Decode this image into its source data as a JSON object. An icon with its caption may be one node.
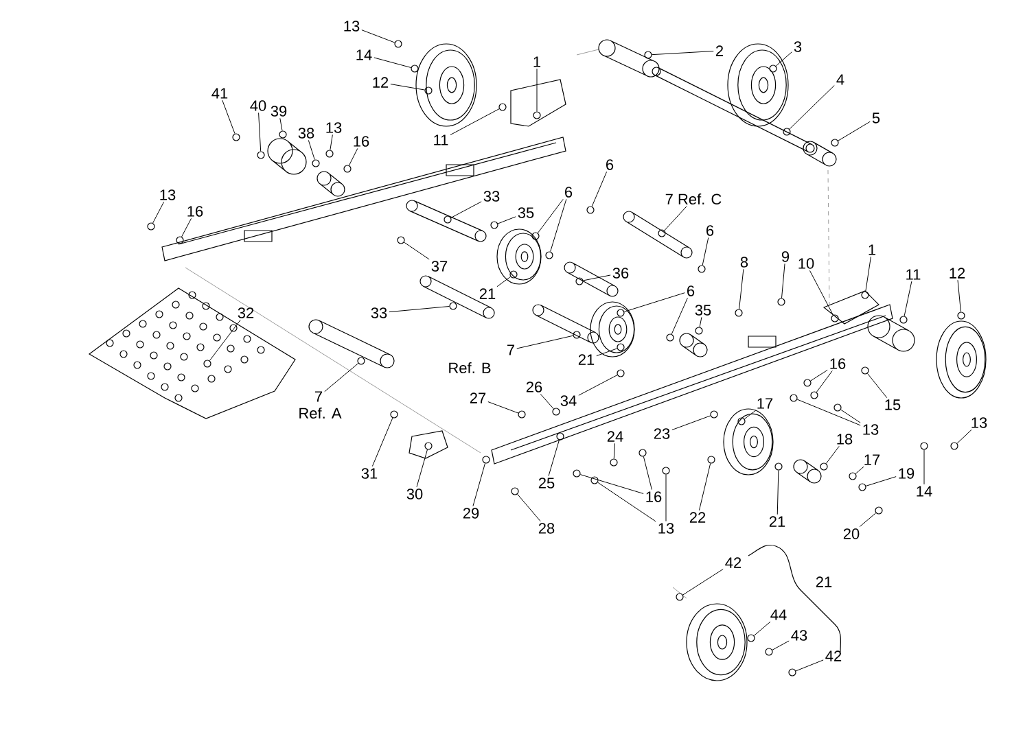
{
  "diagram": {
    "nodes": [
      {
        "text": [
          "1"
        ]
      },
      {
        "text": [
          "2"
        ]
      },
      {
        "text": [
          "3"
        ]
      },
      {
        "text": [
          "13"
        ]
      },
      {
        "text": [
          "14"
        ]
      },
      {
        "text": [
          "4"
        ]
      },
      {
        "text": [
          "12"
        ]
      },
      {
        "text": [
          "41"
        ]
      },
      {
        "text": [
          "40"
        ]
      },
      {
        "text": [
          "5"
        ]
      },
      {
        "text": [
          "39"
        ]
      },
      {
        "text": [
          "13"
        ]
      },
      {
        "text": [
          "11"
        ]
      },
      {
        "text": [
          "16"
        ]
      },
      {
        "text": [
          "38"
        ]
      },
      {
        "text": [
          "6"
        ]
      },
      {
        "text": [
          "13"
        ]
      },
      {
        "text": [
          "6"
        ]
      },
      {
        "text": [
          "33"
        ]
      },
      {
        "text": [
          "7 Ref. C"
        ]
      },
      {
        "text": [
          "16"
        ]
      },
      {
        "text": [
          "35"
        ]
      },
      {
        "text": [
          "6"
        ]
      },
      {
        "text": [
          "1"
        ]
      },
      {
        "text": [
          "9"
        ]
      },
      {
        "text": [
          "8"
        ]
      },
      {
        "text": [
          "10"
        ]
      },
      {
        "text": [
          "37"
        ]
      },
      {
        "text": [
          "36"
        ]
      },
      {
        "text": [
          "12"
        ]
      },
      {
        "text": [
          "11"
        ]
      },
      {
        "text": [
          "21"
        ]
      },
      {
        "text": [
          "6"
        ]
      },
      {
        "text": [
          "35"
        ]
      },
      {
        "text": [
          "32"
        ]
      },
      {
        "text": [
          "33"
        ]
      },
      {
        "text": [
          "7"
        ],
        "beside": [
          "Ref. B"
        ]
      },
      {
        "text": [
          "21"
        ]
      },
      {
        "text": [
          "16"
        ]
      },
      {
        "text": [
          "26"
        ]
      },
      {
        "text": [
          "7"
        ],
        "beside": [
          "Ref. A"
        ]
      },
      {
        "text": [
          "27"
        ]
      },
      {
        "text": [
          "34"
        ]
      },
      {
        "text": [
          "15"
        ]
      },
      {
        "text": [
          "17"
        ]
      },
      {
        "text": [
          "13"
        ]
      },
      {
        "text": [
          "13"
        ]
      },
      {
        "text": [
          "23"
        ]
      },
      {
        "text": [
          "24"
        ]
      },
      {
        "text": [
          "18"
        ]
      },
      {
        "text": [
          "17"
        ]
      },
      {
        "text": [
          "31"
        ]
      },
      {
        "text": [
          "19"
        ]
      },
      {
        "text": [
          "25"
        ]
      },
      {
        "text": [
          "14"
        ]
      },
      {
        "text": [
          "30"
        ]
      },
      {
        "text": [
          "16"
        ]
      },
      {
        "text": [
          "29"
        ]
      },
      {
        "text": [
          "22"
        ]
      },
      {
        "text": [
          "21"
        ]
      },
      {
        "text": [
          "13"
        ]
      },
      {
        "text": [
          "28"
        ]
      },
      {
        "text": [
          "20"
        ]
      },
      {
        "text": [
          "42"
        ]
      },
      {
        "text": [
          "44"
        ]
      },
      {
        "text": [
          "43"
        ]
      },
      {
        "text": [
          "42"
        ]
      },
      {
        "text": [],
        "shape": "circle"
      },
      {
        "text": [],
        "shape": "circle"
      },
      {
        "text": [],
        "shape": "circle"
      },
      {
        "text": [],
        "shape": "circle"
      },
      {
        "text": [],
        "shape": "circle"
      },
      {
        "text": [],
        "shape": "circle"
      },
      {
        "text": [],
        "shape": "circle"
      },
      {
        "text": [],
        "shape": "circle"
      },
      {
        "text": [],
        "shape": "circle"
      },
      {
        "text": [],
        "shape": "circle"
      },
      {
        "text": [],
        "shape": "circle"
      },
      {
        "text": [],
        "shape": "circle"
      },
      {
        "text": [],
        "shape": "circle"
      },
      {
        "text": [],
        "shape": "circle"
      },
      {
        "text": [],
        "shape": "circle"
      },
      {
        "text": [],
        "shape": "circle"
      },
      {
        "text": [],
        "shape": "circle"
      },
      {
        "text": [],
        "shape": "circle"
      },
      {
        "text": [],
        "shape": "circle"
      },
      {
        "text": [],
        "shape": "circle"
      },
      {
        "text": [],
        "shape": "circle"
      },
      {
        "text": [],
        "shape": "circle"
      },
      {
        "text": [],
        "shape": "circle"
      },
      {
        "text": [],
        "shape": "circle"
      },
      {
        "text": [],
        "shape": "circle"
      },
      {
        "text": [],
        "shape": "circle"
      },
      {
        "text": [],
        "shape": "circle"
      },
      {
        "text": [],
        "shape": "circle"
      },
      {
        "text": [],
        "shape": "circle"
      },
      {
        "text": [],
        "shape": "circle"
      },
      {
        "text": [],
        "shape": "circle"
      },
      {
        "text": [],
        "shape": "circle"
      },
      {
        "text": [],
        "shape": "circle"
      },
      {
        "text": [],
        "shape": "circle"
      },
      {
        "text": [],
        "shape": "circle"
      },
      {
        "text": [],
        "shape": "circle"
      },
      {
        "text": [],
        "shape": "circle"
      },
      {
        "text": [],
        "shape": "circle"
      },
      {
        "text": [],
        "shape": "circle"
      },
      {
        "text": [],
        "shape": "circle"
      },
      {
        "text": [],
        "shape": "circle"
      },
      {
        "text": [],
        "shape": "circle"
      },
      {
        "text": [],
        "shape": "circle"
      },
      {
        "text": [],
        "shape": "circle"
      },
      {
        "text": [],
        "shape": "circle"
      },
      {
        "text": [],
        "shape": "circle"
      },
      {
        "text": [],
        "shape": "circle"
      },
      {
        "text": [],
        "shape": "circle"
      },
      {
        "text": [],
        "shape": "circle"
      },
      {
        "text": [],
        "shape": "circle"
      },
      {
        "text": [],
        "shape": "circle"
      },
      {
        "text": [],
        "shape": "circle"
      },
      {
        "text": [],
        "shape": "circle"
      },
      {
        "text": [],
        "shape": "circle"
      },
      {
        "text": [],
        "shape": "circle"
      },
      {
        "text": [],
        "shape": "circle"
      },
      {
        "text": [],
        "shape": "circle"
      },
      {
        "text": [],
        "shape": "circle"
      },
      {
        "text": [],
        "shape": "circle"
      },
      {
        "text": [],
        "shape": "circle"
      },
      {
        "text": [],
        "shape": "circle"
      },
      {
        "text": [],
        "shape": "circle"
      },
      {
        "text": [],
        "shape": "circle"
      },
      {
        "text": [],
        "shape": "circle"
      },
      {
        "text": [],
        "shape": "circle"
      },
      {
        "text": [],
        "shape": "circle"
      },
      {
        "text": [],
        "shape": "circle"
      },
      {
        "text": [],
        "shape": "circle"
      },
      {
        "text": [],
        "shape": "circle"
      },
      {
        "text": [],
        "shape": "circle"
      },
      {
        "text": [],
        "shape": "circle"
      },
      {
        "text": [],
        "shape": "circle"
      },
      {
        "text": [],
        "shape": "circle"
      }
    ],
    "edges": [
      {
        "from": 0,
        "to": 67,
        "arrow": "none"
      },
      {
        "from": 1,
        "to": 68,
        "arrow": "none"
      },
      {
        "from": 2,
        "to": 69,
        "arrow": "none"
      },
      {
        "from": 3,
        "to": 70,
        "arrow": "none"
      },
      {
        "from": 4,
        "to": 71,
        "arrow": "none"
      },
      {
        "from": 5,
        "to": 72,
        "arrow": "none"
      },
      {
        "from": 6,
        "to": 73,
        "arrow": "none"
      },
      {
        "from": 7,
        "to": 74,
        "arrow": "none"
      },
      {
        "from": 8,
        "to": 75,
        "arrow": "none"
      },
      {
        "from": 9,
        "to": 76,
        "arrow": "none"
      },
      {
        "from": 10,
        "to": 77,
        "arrow": "none"
      },
      {
        "from": 11,
        "to": 78,
        "arrow": "none"
      },
      {
        "from": 12,
        "to": 79,
        "arrow": "none"
      },
      {
        "from": 13,
        "to": 80,
        "arrow": "none"
      },
      {
        "from": 14,
        "to": 81,
        "arrow": "none"
      },
      {
        "from": 15,
        "to": 82,
        "arrow": "none"
      },
      {
        "from": 16,
        "to": 83,
        "arrow": "none"
      },
      {
        "from": 17,
        "to": 84,
        "arrow": "none"
      },
      {
        "from": 17,
        "to": 85,
        "arrow": "none"
      },
      {
        "from": 18,
        "to": 86,
        "arrow": "none"
      },
      {
        "from": 19,
        "to": 87,
        "arrow": "none"
      },
      {
        "from": 20,
        "to": 88,
        "arrow": "none"
      },
      {
        "from": 21,
        "to": 89,
        "arrow": "none"
      },
      {
        "from": 22,
        "to": 90,
        "arrow": "none"
      },
      {
        "from": 23,
        "to": 91,
        "arrow": "none"
      },
      {
        "from": 24,
        "to": 92,
        "arrow": "none"
      },
      {
        "from": 25,
        "to": 93,
        "arrow": "none"
      },
      {
        "from": 26,
        "to": 94,
        "arrow": "none"
      },
      {
        "from": 27,
        "to": 95,
        "arrow": "none"
      },
      {
        "from": 28,
        "to": 96,
        "arrow": "none"
      },
      {
        "from": 29,
        "to": 97,
        "arrow": "none"
      },
      {
        "from": 30,
        "to": 98,
        "arrow": "none"
      },
      {
        "from": 31,
        "to": 99,
        "arrow": "none"
      },
      {
        "from": 32,
        "to": 100,
        "arrow": "none"
      },
      {
        "from": 32,
        "to": 101,
        "arrow": "none"
      },
      {
        "from": 33,
        "to": 102,
        "arrow": "none"
      },
      {
        "from": 34,
        "to": 103,
        "arrow": "none"
      },
      {
        "from": 35,
        "to": 104,
        "arrow": "none"
      },
      {
        "from": 36,
        "to": 105,
        "arrow": "none"
      },
      {
        "from": 37,
        "to": 106,
        "arrow": "none"
      },
      {
        "from": 38,
        "to": 107,
        "arrow": "none"
      },
      {
        "from": 38,
        "to": 108,
        "arrow": "none"
      },
      {
        "from": 39,
        "to": 109,
        "arrow": "none"
      },
      {
        "from": 40,
        "to": 110,
        "arrow": "none"
      },
      {
        "from": 41,
        "to": 111,
        "arrow": "none"
      },
      {
        "from": 42,
        "to": 112,
        "arrow": "none"
      },
      {
        "from": 43,
        "to": 113,
        "arrow": "none"
      },
      {
        "from": 44,
        "to": 114,
        "arrow": "none"
      },
      {
        "from": 45,
        "to": 115,
        "arrow": "none"
      },
      {
        "from": 46,
        "to": 116,
        "arrow": "none"
      },
      {
        "from": 46,
        "to": 117,
        "arrow": "none"
      },
      {
        "from": 47,
        "to": 118,
        "arrow": "none"
      },
      {
        "from": 48,
        "to": 119,
        "arrow": "none"
      },
      {
        "from": 49,
        "to": 120,
        "arrow": "none"
      },
      {
        "from": 50,
        "to": 121,
        "arrow": "none"
      },
      {
        "from": 51,
        "to": 122,
        "arrow": "none"
      },
      {
        "from": 52,
        "to": 123,
        "arrow": "none"
      },
      {
        "from": 53,
        "to": 124,
        "arrow": "none"
      },
      {
        "from": 54,
        "to": 125,
        "arrow": "none"
      },
      {
        "from": 55,
        "to": 126,
        "arrow": "none"
      },
      {
        "from": 56,
        "to": 127,
        "arrow": "none"
      },
      {
        "from": 56,
        "to": 128,
        "arrow": "none"
      },
      {
        "from": 57,
        "to": 129,
        "arrow": "none"
      },
      {
        "from": 58,
        "to": 130,
        "arrow": "none"
      },
      {
        "from": 59,
        "to": 131,
        "arrow": "none"
      },
      {
        "from": 60,
        "to": 132,
        "arrow": "none"
      },
      {
        "from": 60,
        "to": 133,
        "arrow": "none"
      },
      {
        "from": 61,
        "to": 134,
        "arrow": "none"
      },
      {
        "from": 62,
        "to": 135,
        "arrow": "none"
      },
      {
        "from": 63,
        "to": 136,
        "arrow": "none"
      },
      {
        "from": 64,
        "to": 137,
        "arrow": "none"
      },
      {
        "from": 65,
        "to": 138,
        "arrow": "none"
      },
      {
        "from": 66,
        "to": 139,
        "arrow": "none"
      }
    ],
    "labels": [
      "21"
    ]
  }
}
